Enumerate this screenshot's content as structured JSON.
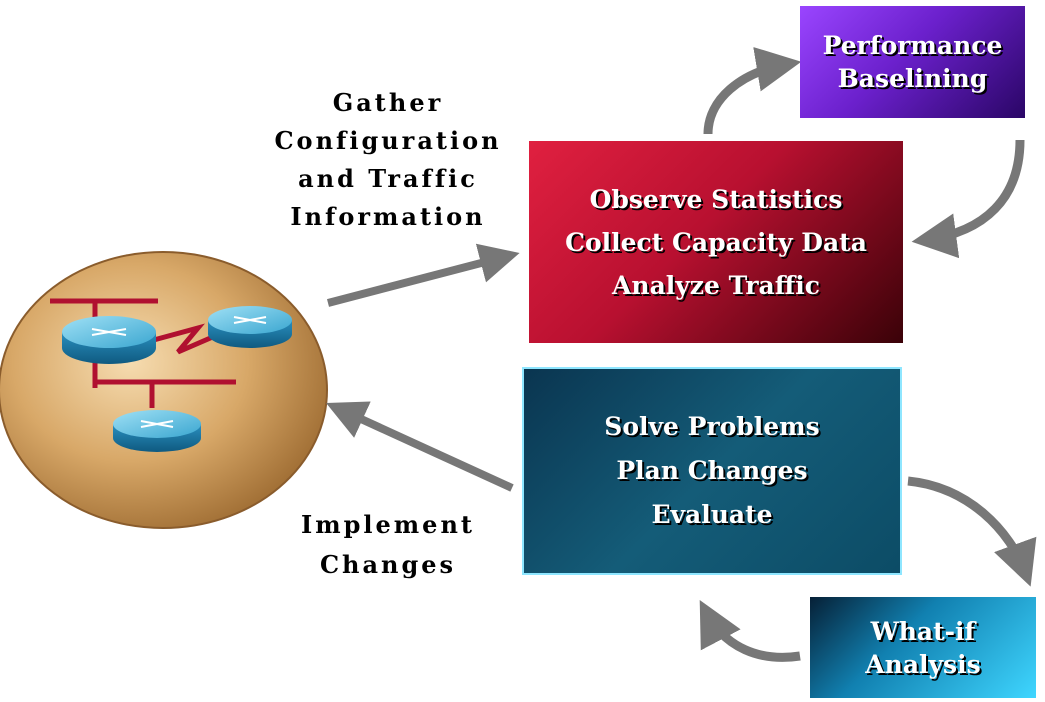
{
  "boxes": {
    "performance_baselining": {
      "lines": [
        "Performance",
        "Baselining"
      ]
    },
    "observe": {
      "lines": [
        "Observe Statistics",
        "Collect Capacity Data",
        "Analyze Traffic"
      ]
    },
    "solve": {
      "lines": [
        "Solve Problems",
        "Plan Changes",
        "Evaluate"
      ]
    },
    "what_if": {
      "lines": [
        "What-if",
        "Analysis"
      ]
    }
  },
  "labels": {
    "gather": {
      "lines": [
        "Gather",
        "Configuration",
        "and Traffic",
        "Information"
      ]
    },
    "implement": {
      "lines": [
        "Implement",
        "Changes"
      ]
    }
  },
  "colors": {
    "accent_red": "#b81030",
    "accent_purple": "#6b20cc",
    "accent_teal": "#145c78",
    "accent_cyan": "#3fd6ff",
    "network_line": "#b01030",
    "router_blue": "#2a8fbf",
    "arrow_gray": "#777777"
  },
  "icons": {
    "network": "network-topology-icon",
    "router": "router-icon"
  }
}
